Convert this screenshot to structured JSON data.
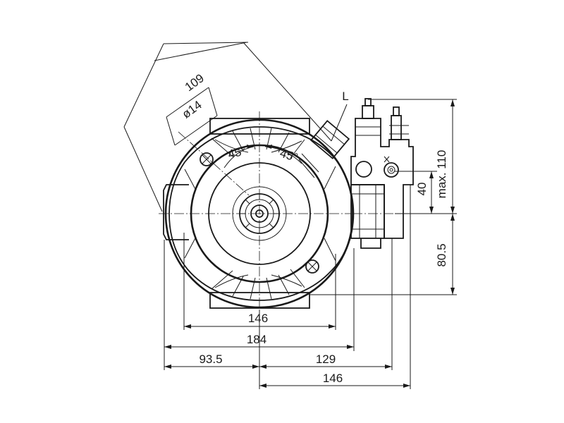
{
  "drawing": {
    "dimensions": {
      "diag_109": "109",
      "diag_dia14": "ø14",
      "angle_left": "45°",
      "angle_right": "45°",
      "port_label": "L",
      "max_110": "max. 110",
      "v_40": "40",
      "v_80_5": "80.5",
      "h_146_inner": "146",
      "h_184": "184",
      "h_93_5": "93.5",
      "h_129": "129",
      "h_146_outer": "146"
    }
  }
}
